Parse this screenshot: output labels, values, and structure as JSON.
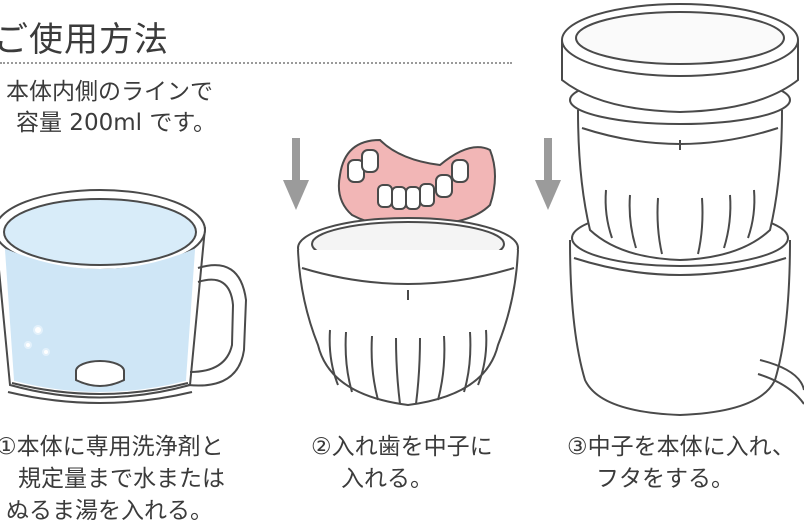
{
  "title": "ご使用方法",
  "note": {
    "line1": "本体内側のラインで",
    "line2": "容量 200ml です。"
  },
  "steps": [
    {
      "line1": "①本体に専用洗浄剤と",
      "line2": "規定量まで水または",
      "line3": "ぬるま湯を入れる。"
    },
    {
      "line1": "②入れ歯を中子に",
      "line2": "入れる。"
    },
    {
      "line1": "③中子を本体に入れ、",
      "line2": "フタをする。"
    }
  ],
  "colors": {
    "outline": "#4a4a4a",
    "water": "#cfe6f6",
    "denture_gum": "#f2b6b6",
    "arrow": "#9b9b9b"
  },
  "icons": [
    "cup-with-water-icon",
    "denture-icon",
    "inner-basket-icon",
    "down-arrow-icon",
    "closed-container-icon"
  ]
}
